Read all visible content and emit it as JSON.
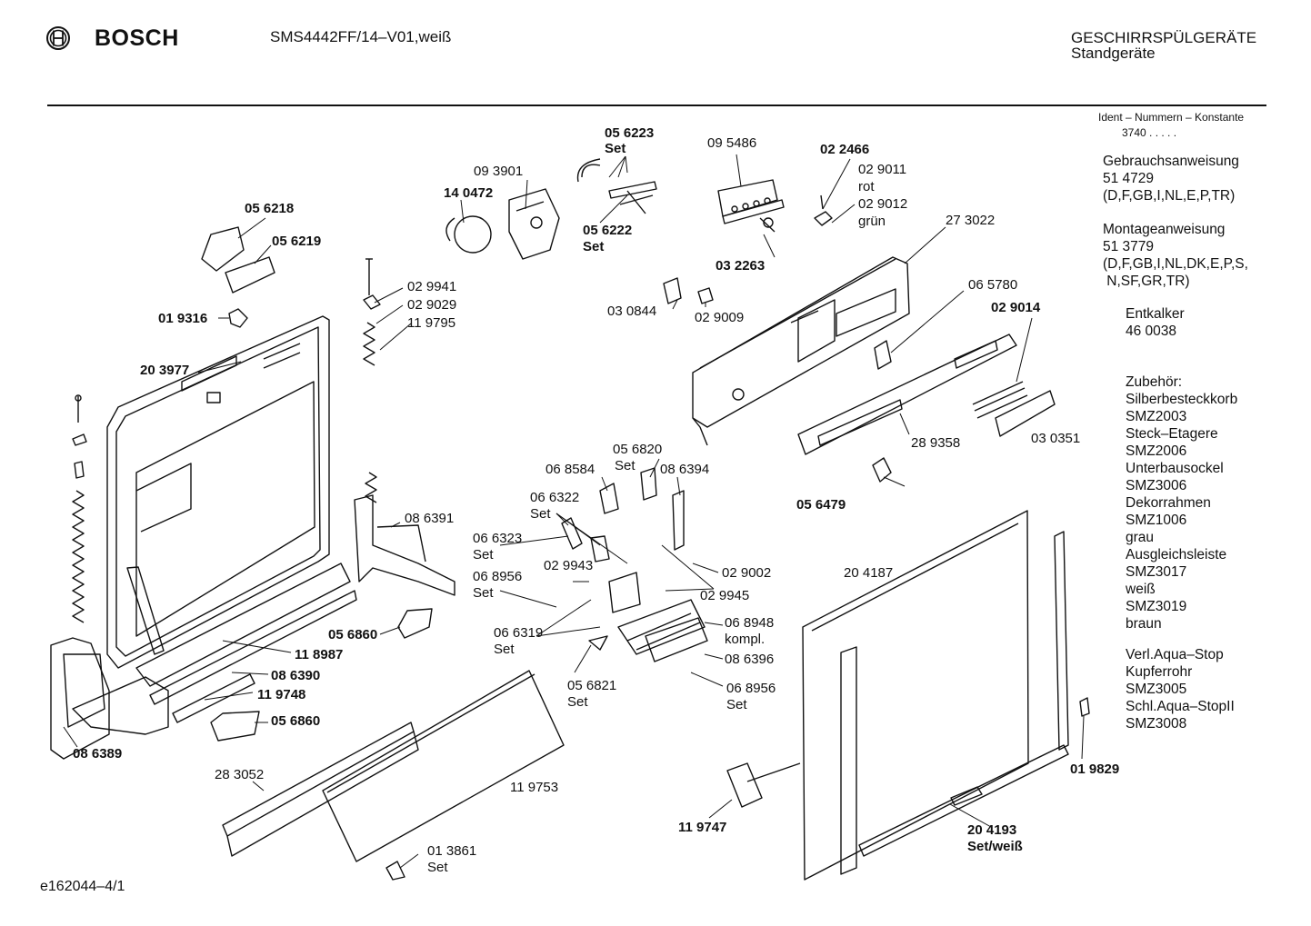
{
  "header": {
    "brand": "BOSCH",
    "model": "SMS4442FF/14–V01,weiß",
    "category": "GESCHIRRSPÜLGERÄTE",
    "subcategory": "Standgeräte"
  },
  "sidebar": {
    "ident_title": "Ident – Nummern – Konstante",
    "ident_value": "3740 . . . . .",
    "blocks": [
      [
        "Gebrauchsanweisung",
        "51 4729",
        "(D,F,GB,I,NL,E,P,TR)"
      ],
      [
        "Montageanweisung",
        "51 3779",
        "(D,F,GB,I,NL,DK,E,P,S,",
        " N,SF,GR,TR)"
      ],
      [
        "Entkalker",
        "46 0038"
      ],
      [
        "Zubehör:",
        "Silberbesteckkorb",
        "SMZ2003",
        "Steck–Etagere",
        "SMZ2006",
        "Unterbausockel",
        "SMZ3006",
        "Dekorrahmen",
        "SMZ1006",
        "grau",
        "Ausgleichsleiste",
        "SMZ3017",
        "weiß",
        "SMZ3019",
        "braun"
      ],
      [
        "Verl.Aqua–Stop",
        "Kupferrohr",
        "SMZ3005",
        "Schl.Aqua–StopII",
        "SMZ3008"
      ]
    ]
  },
  "footer": {
    "code": "e162044–4/1"
  },
  "labels": [
    {
      "t": "05 6223",
      "b": true
    },
    {
      "t": "Set",
      "b": true
    },
    {
      "t": "09 5486",
      "b": false
    },
    {
      "t": "02 2466",
      "b": true
    },
    {
      "t": "09 3901",
      "b": false
    },
    {
      "t": "02 9011",
      "b": false
    },
    {
      "t": "rot",
      "b": false
    },
    {
      "t": "14 0472",
      "b": true
    },
    {
      "t": "02 9012",
      "b": false
    },
    {
      "t": "grün",
      "b": false
    },
    {
      "t": "05 6222",
      "b": true
    },
    {
      "t": "Set",
      "b": true
    },
    {
      "t": "27 3022",
      "b": false
    },
    {
      "t": "05 6218",
      "b": true
    },
    {
      "t": "05 6219",
      "b": true
    },
    {
      "t": "03 2263",
      "b": true
    },
    {
      "t": "02 9941",
      "b": false
    },
    {
      "t": "06 5780",
      "b": false
    },
    {
      "t": "02 9029",
      "b": false
    },
    {
      "t": "02 9014",
      "b": true
    },
    {
      "t": "03 0844",
      "b": false
    },
    {
      "t": "02 9009",
      "b": false
    },
    {
      "t": "01 9316",
      "b": true
    },
    {
      "t": "11 9795",
      "b": false
    },
    {
      "t": "20 3977",
      "b": true
    },
    {
      "t": "28 9358",
      "b": false
    },
    {
      "t": "03 0351",
      "b": false
    },
    {
      "t": "05 6820",
      "b": false
    },
    {
      "t": "Set",
      "b": false
    },
    {
      "t": "06 8584",
      "b": false
    },
    {
      "t": "08 6394",
      "b": false
    },
    {
      "t": "06 6322",
      "b": false
    },
    {
      "t": "Set",
      "b": false
    },
    {
      "t": "05 6479",
      "b": true
    },
    {
      "t": "08 6391",
      "b": false
    },
    {
      "t": "06 6323",
      "b": false
    },
    {
      "t": "Set",
      "b": false
    },
    {
      "t": "20 4187",
      "b": false
    },
    {
      "t": "02 9002",
      "b": false
    },
    {
      "t": "06 8956",
      "b": false
    },
    {
      "t": "Set",
      "b": false
    },
    {
      "t": "02 9943",
      "b": false
    },
    {
      "t": "02 9945",
      "b": false
    },
    {
      "t": "05 6860",
      "b": true
    },
    {
      "t": "06 6319",
      "b": false
    },
    {
      "t": "Set",
      "b": false
    },
    {
      "t": "06 8948",
      "b": false
    },
    {
      "t": "kompl.",
      "b": false
    },
    {
      "t": "11 8987",
      "b": true
    },
    {
      "t": "08 6396",
      "b": false
    },
    {
      "t": "08 6390",
      "b": true
    },
    {
      "t": "05 6821",
      "b": false
    },
    {
      "t": "Set",
      "b": false
    },
    {
      "t": "06 8956",
      "b": false
    },
    {
      "t": "Set",
      "b": false
    },
    {
      "t": "11 9748",
      "b": true
    },
    {
      "t": "05 6860",
      "b": true
    },
    {
      "t": "08 6389",
      "b": true
    },
    {
      "t": "28 3052",
      "b": false
    },
    {
      "t": "11 9753",
      "b": false
    },
    {
      "t": "01 9829",
      "b": true
    },
    {
      "t": "11 9747",
      "b": true
    },
    {
      "t": "20 4193",
      "b": true
    },
    {
      "t": "Set/weiß",
      "b": true
    },
    {
      "t": "01 3861",
      "b": false
    },
    {
      "t": "Set",
      "b": false
    }
  ]
}
